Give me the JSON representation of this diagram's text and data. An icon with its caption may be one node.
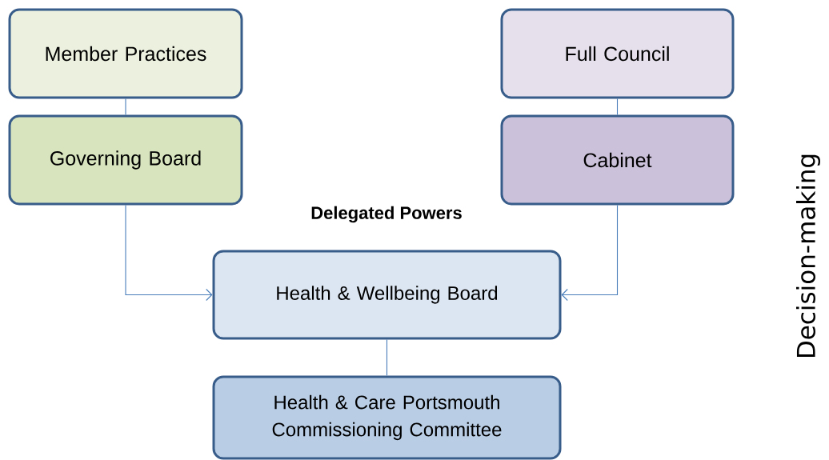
{
  "diagram": {
    "nodes": [
      {
        "text": [
          "Member Practices"
        ]
      },
      {
        "text": [
          "Governing Board"
        ]
      },
      {
        "text": [
          "Full Council"
        ]
      },
      {
        "text": [
          "Cabinet"
        ]
      },
      {
        "text": [
          "Health & Wellbeing Board"
        ]
      },
      {
        "text": [
          "Health & Care Portsmouth Commissioning Committee"
        ]
      }
    ],
    "edges": [
      {
        "from": 0,
        "to": 1,
        "arrow": "none"
      },
      {
        "from": 2,
        "to": 3,
        "arrow": "none"
      },
      {
        "from": 1,
        "to": 4,
        "arrow": "to"
      },
      {
        "from": 3,
        "to": 4,
        "arrow": "to"
      },
      {
        "from": 4,
        "to": 5,
        "arrow": "none"
      }
    ],
    "labels": [
      "Delegated Powers",
      "Decision-making"
    ]
  }
}
